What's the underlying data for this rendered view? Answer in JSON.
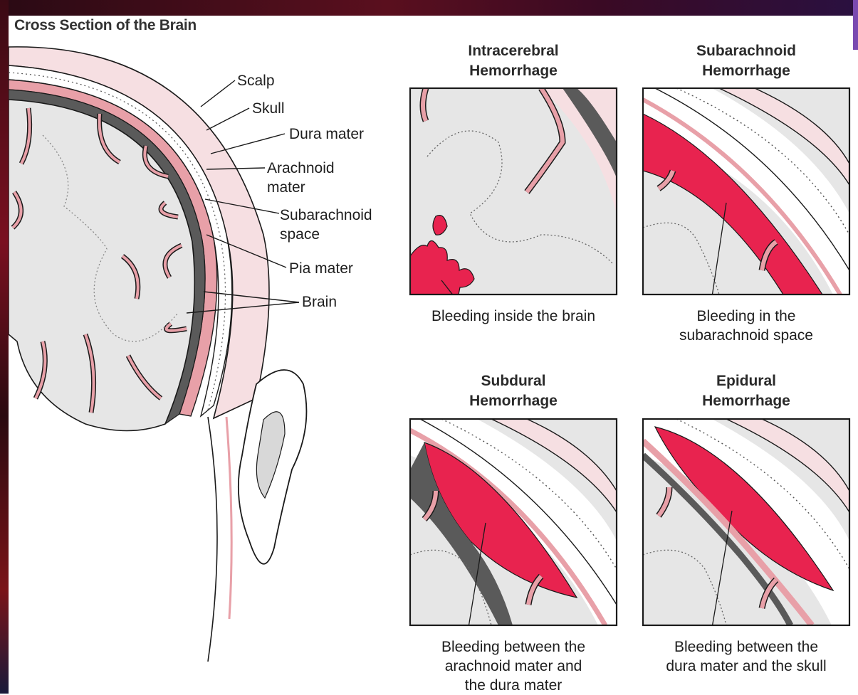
{
  "figure": {
    "title": "Cross Section of the Brain",
    "labels": {
      "scalp": "Scalp",
      "skull": "Skull",
      "dura": "Dura mater",
      "arachnoid_1": "Arachnoid",
      "arachnoid_2": "mater",
      "subarachnoid_1": "Subarachnoid",
      "subarachnoid_2": "space",
      "pia": "Pia mater",
      "brain": "Brain"
    }
  },
  "panels": [
    {
      "title_1": "Intracerebral",
      "title_2": "Hemorrhage",
      "caption_1": "Bleeding inside the brain",
      "caption_2": ""
    },
    {
      "title_1": "Subarachnoid",
      "title_2": "Hemorrhage",
      "caption_1": "Bleeding in the",
      "caption_2": "subarachnoid space"
    },
    {
      "title_1": "Subdural",
      "title_2": "Hemorrhage",
      "caption_1": "Bleeding between the",
      "caption_2": "arachnoid mater and",
      "caption_3": "the dura mater"
    },
    {
      "title_1": "Epidural",
      "title_2": "Hemorrhage",
      "caption_1": "Bleeding between the",
      "caption_2": "dura mater and the skull"
    }
  ],
  "colors": {
    "blood": "#e8234f",
    "meninges": "#e8a0a8",
    "brain_tissue": "#e6e6e6",
    "outline": "#1a1a1a"
  }
}
